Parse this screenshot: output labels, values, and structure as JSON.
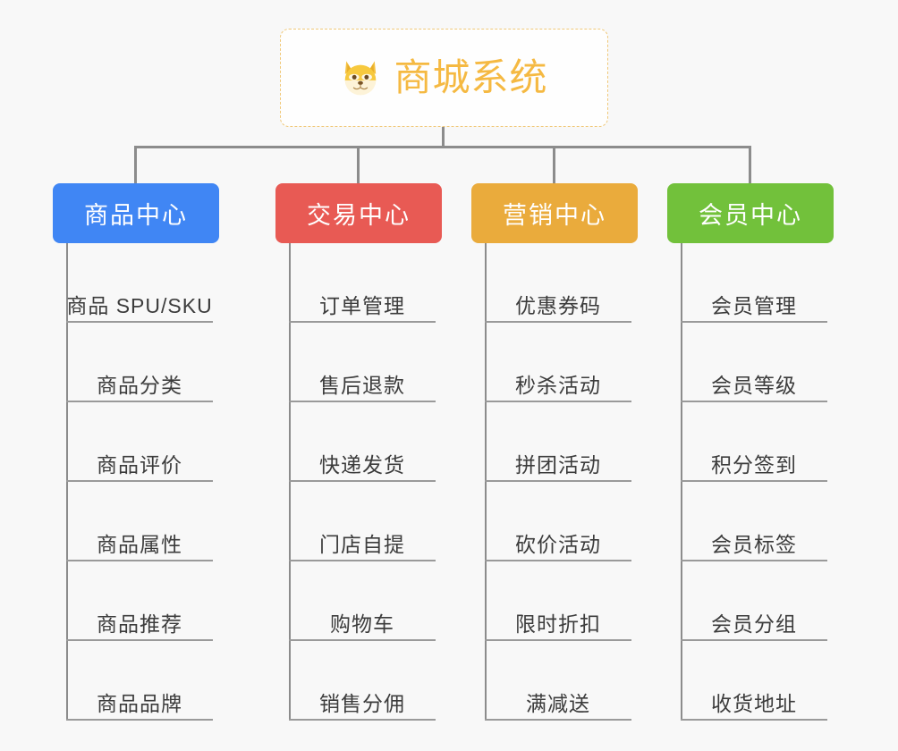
{
  "diagram": {
    "title": "商城系统",
    "root_icon": "shiba-dog-icon",
    "background_color": "#f8f8f8",
    "root": {
      "label": "商城系统",
      "border_color": "#f0c878",
      "text_color": "#f5b942",
      "background": "#fefefe"
    },
    "connector_color": "#8c8c8c",
    "branches": [
      {
        "label": "商品中心",
        "color": "#4086f4",
        "items": [
          "商品 SPU/SKU",
          "商品分类",
          "商品评价",
          "商品属性",
          "商品推荐",
          "商品品牌"
        ]
      },
      {
        "label": "交易中心",
        "color": "#e85a54",
        "items": [
          "订单管理",
          "售后退款",
          "快递发货",
          "门店自提",
          "购物车",
          "销售分佣"
        ]
      },
      {
        "label": "营销中心",
        "color": "#eaab3c",
        "items": [
          "优惠券码",
          "秒杀活动",
          "拼团活动",
          "砍价活动",
          "限时折扣",
          "满减送"
        ]
      },
      {
        "label": "会员中心",
        "color": "#72c13b",
        "items": [
          "会员管理",
          "会员等级",
          "积分签到",
          "会员标签",
          "会员分组",
          "收货地址"
        ]
      }
    ]
  }
}
